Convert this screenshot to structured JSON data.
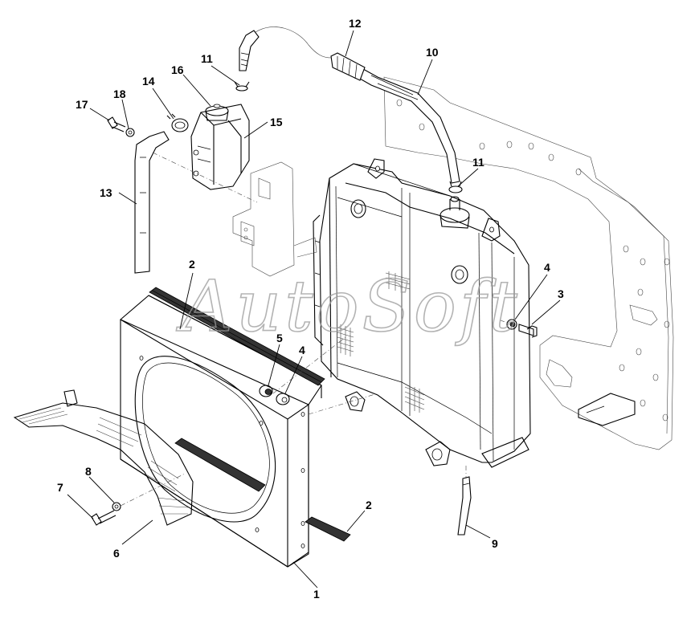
{
  "diagram": {
    "watermark": "AutoSoft",
    "callouts": [
      {
        "id": "c1",
        "label": "1"
      },
      {
        "id": "c2a",
        "label": "2"
      },
      {
        "id": "c2b",
        "label": "2"
      },
      {
        "id": "c3",
        "label": "3"
      },
      {
        "id": "c4a",
        "label": "4"
      },
      {
        "id": "c4b",
        "label": "4"
      },
      {
        "id": "c5",
        "label": "5"
      },
      {
        "id": "c6",
        "label": "6"
      },
      {
        "id": "c7",
        "label": "7"
      },
      {
        "id": "c8",
        "label": "8"
      },
      {
        "id": "c9",
        "label": "9"
      },
      {
        "id": "c10",
        "label": "10"
      },
      {
        "id": "c11a",
        "label": "11"
      },
      {
        "id": "c11b",
        "label": "11"
      },
      {
        "id": "c12",
        "label": "12"
      },
      {
        "id": "c13",
        "label": "13"
      },
      {
        "id": "c14",
        "label": "14"
      },
      {
        "id": "c15",
        "label": "15"
      },
      {
        "id": "c16",
        "label": "16"
      },
      {
        "id": "c17",
        "label": "17"
      },
      {
        "id": "c18",
        "label": "18"
      }
    ]
  }
}
